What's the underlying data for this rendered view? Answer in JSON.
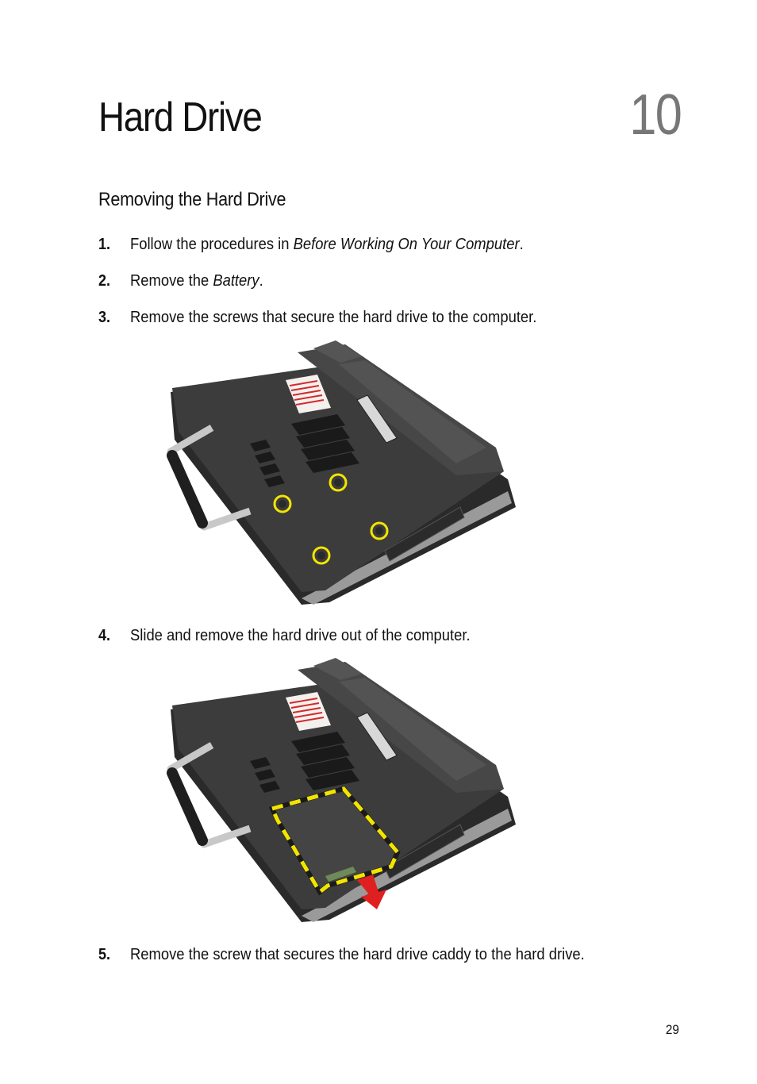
{
  "chapter": {
    "title": "Hard Drive",
    "number": "10"
  },
  "section": {
    "heading": "Removing the Hard Drive"
  },
  "steps": [
    {
      "num": "1.",
      "before": "Follow the procedures in ",
      "link": "Before Working On Your Computer",
      "after": "."
    },
    {
      "num": "2.",
      "before": "Remove the ",
      "link": "Battery",
      "after": "."
    },
    {
      "num": "3.",
      "text": "Remove the screws that secure the hard drive to the computer."
    },
    {
      "num": "4.",
      "text": "Slide and remove the hard drive out of the computer."
    },
    {
      "num": "5.",
      "text": "Remove the screw that secures the hard drive caddy to the hard drive."
    }
  ],
  "figures": {
    "screws_figure": {
      "icon": "laptop-underside-screws-illustration",
      "highlight_color": "#f2e500"
    },
    "slide_figure": {
      "icon": "laptop-underside-hard-drive-removal-illustration",
      "highlight_color": "#f2e500",
      "arrow_color": "#e02020"
    }
  },
  "footer": {
    "page_number": "29"
  }
}
